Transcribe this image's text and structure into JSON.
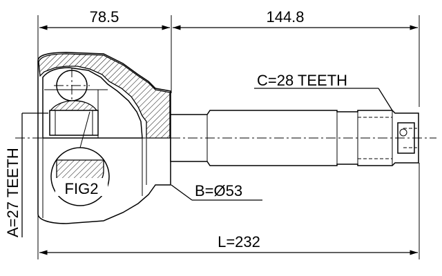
{
  "dimensions": {
    "left_length": "78.5",
    "right_length": "144.8",
    "total_length": "L=232"
  },
  "callouts": {
    "outer_teeth": "A=27 TEETH",
    "inner_teeth": "C=28 TEETH",
    "boot_diameter": "B=Ø53",
    "figure": "FIG2"
  }
}
